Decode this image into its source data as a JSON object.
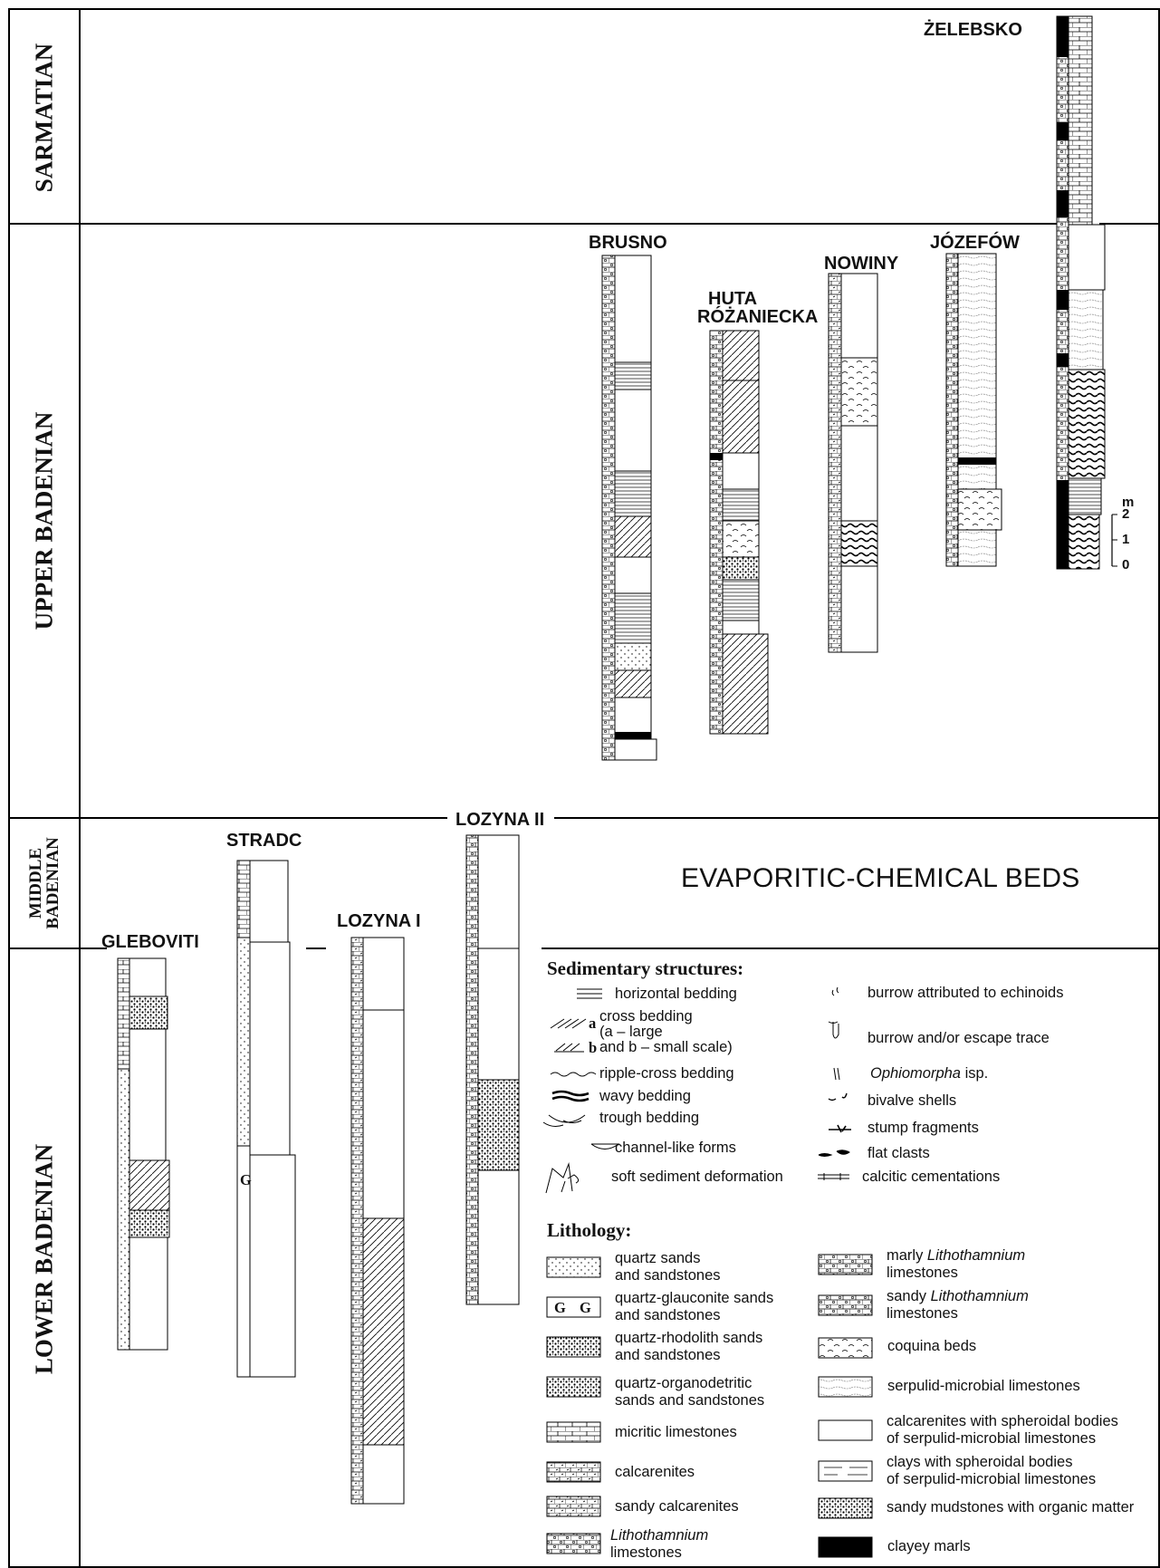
{
  "stages": {
    "sarmatian": "SARMATIAN",
    "upper_badenian": "UPPER BADENIAN",
    "middle_badenian_1": "MIDDLE",
    "middle_badenian_2": "BADENIAN",
    "lower_badenian": "LOWER BADENIAN"
  },
  "sections": {
    "zelebsko": "ŻELEBSKO",
    "brusno": "BRUSNO",
    "huta_1": "HUTA",
    "huta_2": "RÓŻANIECKA",
    "nowiny": "NOWINY",
    "jozefow": "JÓZEFÓW",
    "lozyna_ii": "LOZYNA II",
    "stradc": "STRADC",
    "lozyna_i": "LOZYNA I",
    "gleboviti": "GLEBOVITI"
  },
  "evaporitic": "EVAPORITIC-CHEMICAL BEDS",
  "scale": {
    "unit": "m",
    "t2": "2",
    "t1": "1",
    "t0": "0"
  },
  "legend": {
    "sed_title": "Sedimentary structures:",
    "horizontal": "horizontal bedding",
    "cross_a_mark": "a",
    "cross_b_mark": "b",
    "cross_1": "cross bedding",
    "cross_2": "(a – large",
    "cross_3": "and b – small scale)",
    "ripple": "ripple-cross bedding",
    "wavy": "wavy bedding",
    "trough": "trough bedding",
    "channel": "channel-like forms",
    "soft": "soft sediment deformation",
    "echinoid": "burrow attributed to echinoids",
    "escape": "burrow and/or escape trace",
    "ophio_genus": "Ophiomorpha",
    "ophio_rest": " isp.",
    "bivalve": "bivalve shells",
    "stump": "stump fragments",
    "flat": "flat clasts",
    "calcitic": "calcitic cementations",
    "lith_title": "Lithology:",
    "qs_1": "quartz sands",
    "qs_2": "and sandstones",
    "qg_1": "quartz-glauconite sands",
    "qg_2": "and sandstones",
    "qr_1": "quartz-rhodolith sands",
    "qr_2": "and sandstones",
    "qo_1": "quartz-organodetritic",
    "qo_2": "sands and sandstones",
    "micritic": "micritic limestones",
    "calcarenites": "calcarenites",
    "sandy_calc": "sandy calcarenites",
    "litho_genus": "Lithothamnium",
    "litho_2": "limestones",
    "marly_pre": "marly ",
    "marly_genus": "Lithothamnium",
    "marly_2": "limestones",
    "sandy_l_pre": "sandy ",
    "sandy_l_genus": "Lithothamnium",
    "sandy_l_2": "limestones",
    "coquina": "coquina beds",
    "serpulid": "serpulid-microbial limestones",
    "calc_sph_1": "calcarenites with spheroidal bodies",
    "calc_sph_2": "of serpulid-microbial limestones",
    "clay_sph_1": "clays with spheroidal bodies",
    "clay_sph_2": "of serpulid-microbial limestones",
    "mudstone": "sandy mudstones with organic matter",
    "clayey": "clayey marls",
    "g_mark": "G"
  },
  "colors": {
    "ink": "#111111",
    "fill_dark": "#000000",
    "paper": "#ffffff"
  }
}
